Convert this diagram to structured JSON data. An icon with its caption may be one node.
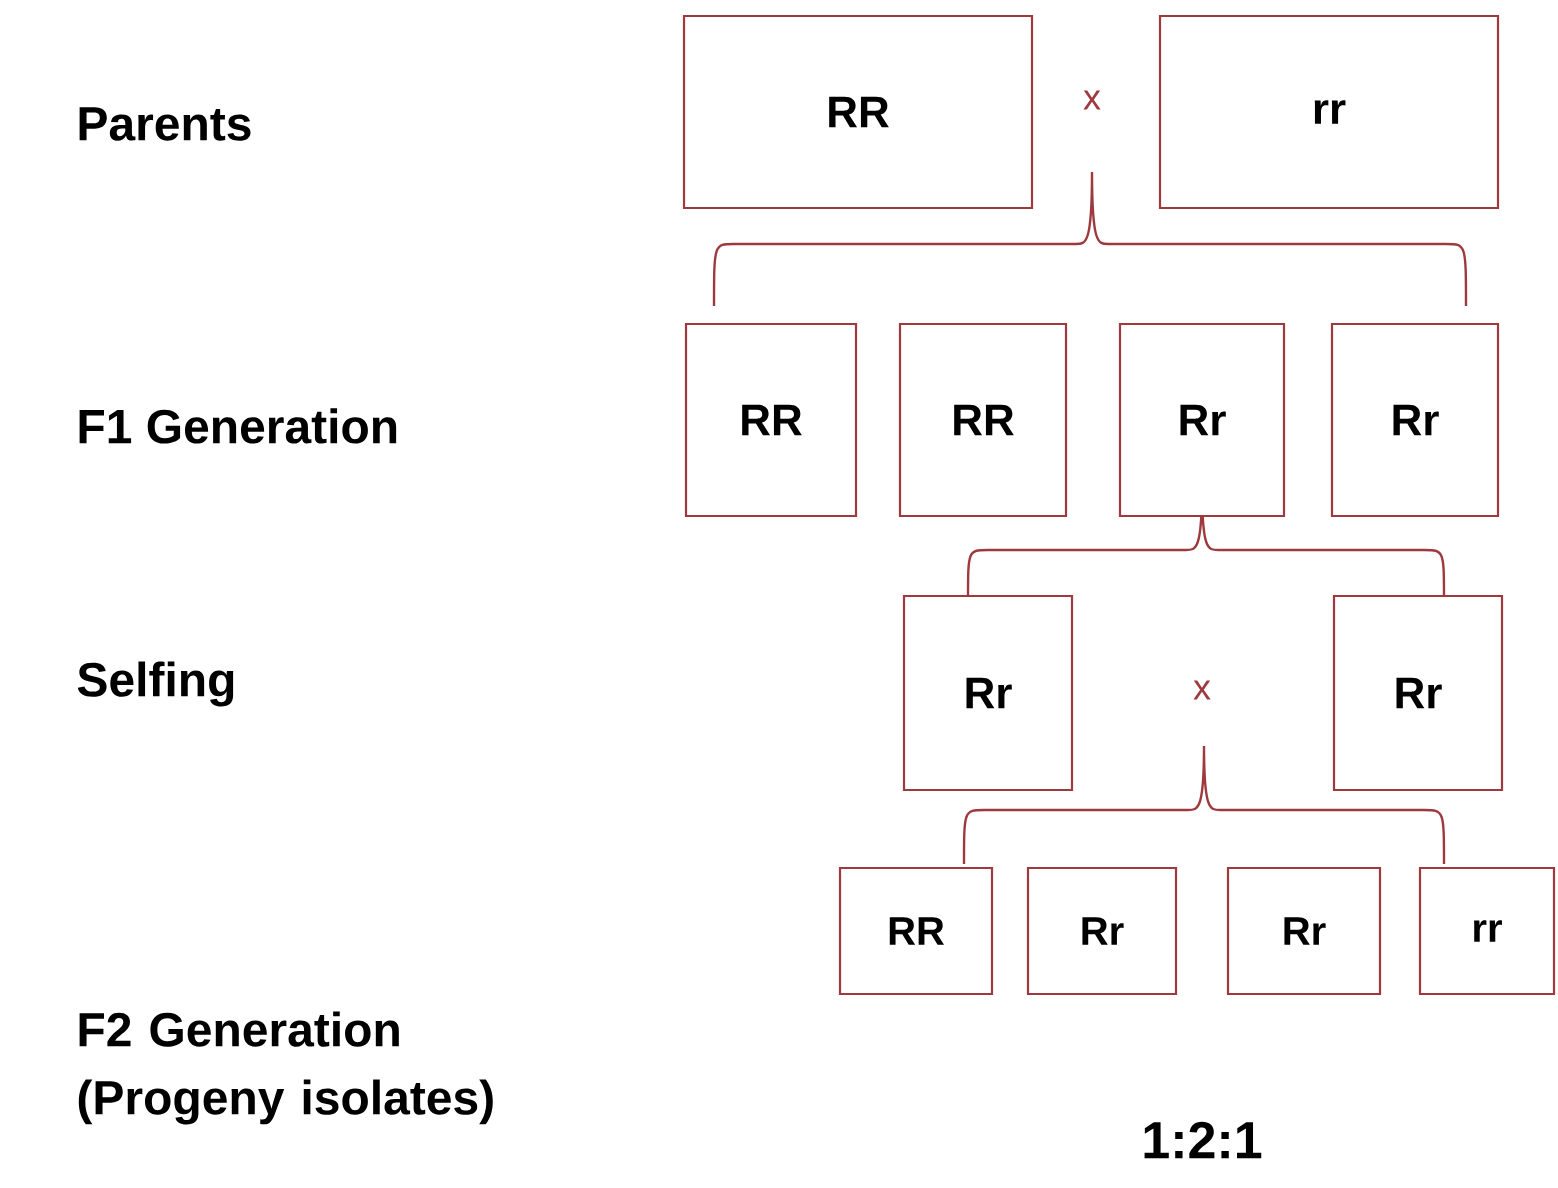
{
  "diagram": {
    "nodes": [
      {
        "text": [
          "RR"
        ]
      },
      {
        "text": [
          "rr"
        ]
      },
      {
        "text": [
          "RR"
        ]
      },
      {
        "text": [
          "RR"
        ]
      },
      {
        "text": [
          "Rr"
        ]
      },
      {
        "text": [
          "Rr"
        ]
      },
      {
        "text": [
          "Rr"
        ]
      },
      {
        "text": [
          "Rr"
        ]
      },
      {
        "text": [
          "RR"
        ]
      },
      {
        "text": [
          "Rr"
        ]
      },
      {
        "text": [
          "Rr"
        ]
      },
      {
        "text": [
          "rr"
        ]
      }
    ],
    "labels": [
      "Parents",
      "x",
      "F1 Generation",
      "Selfing",
      "x",
      "F2 Generation (Progeny isolates)",
      "1:2:1"
    ]
  }
}
